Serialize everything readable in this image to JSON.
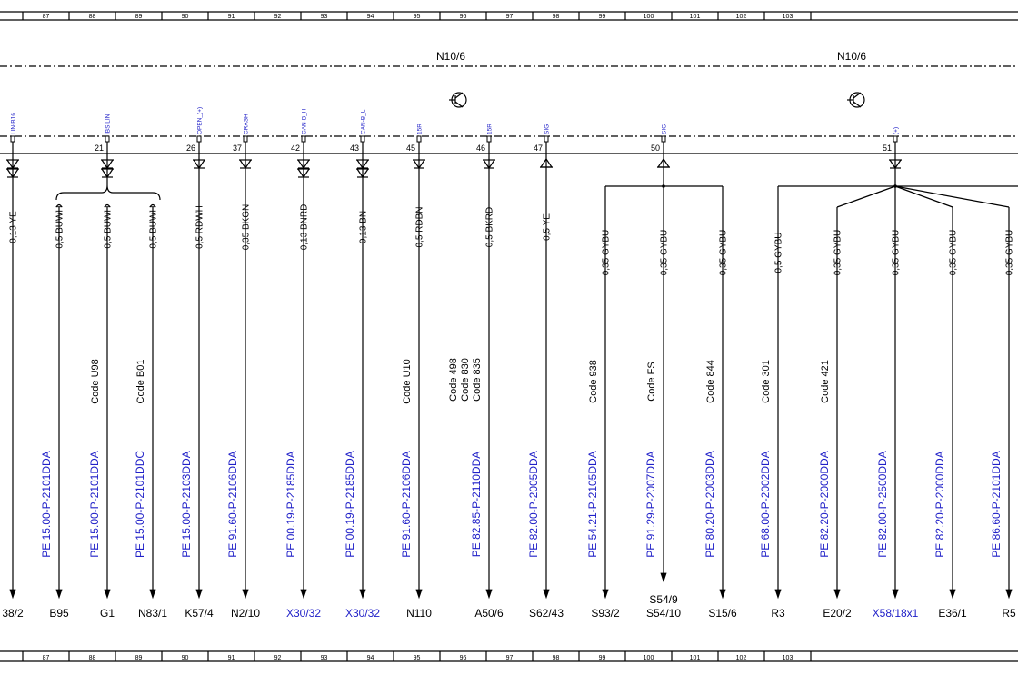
{
  "grid": [
    "87",
    "88",
    "89",
    "90",
    "91",
    "92",
    "93",
    "94",
    "95",
    "96",
    "97",
    "98",
    "99",
    "100",
    "101",
    "102",
    "103"
  ],
  "connectors": [
    "N10/6",
    "N10/6"
  ],
  "pins": [
    {
      "num": "",
      "sig": "LIN-B16"
    },
    {
      "num": "21",
      "sig": "IBS LIN"
    },
    {
      "num": "26",
      "sig": "OPEN_(+)"
    },
    {
      "num": "37",
      "sig": "CRASH"
    },
    {
      "num": "42",
      "sig": "CAN-B_H"
    },
    {
      "num": "43",
      "sig": "CAN-B_L"
    },
    {
      "num": "45",
      "sig": "15R"
    },
    {
      "num": "46",
      "sig": "15R"
    },
    {
      "num": "47",
      "sig": "SIG"
    },
    {
      "num": "50",
      "sig": "SIG"
    },
    {
      "num": "51",
      "sig": "(+)"
    }
  ],
  "wires": [
    {
      "label": "0,13 YE",
      "code": "",
      "ref": "",
      "dest": "38/2"
    },
    {
      "label": "0,5 BUWH",
      "code": "",
      "ref": "PE 15.00-P-2101DDA",
      "dest": "B95"
    },
    {
      "label": "0,5 BUWH",
      "code": "Code U98",
      "ref": "PE 15.00-P-2101DDA",
      "dest": "G1"
    },
    {
      "label": "0,5 BUWH",
      "code": "Code B01",
      "ref": "PE 15.00-P-2101DDC",
      "dest": "N83/1"
    },
    {
      "label": "0,5 RDWH",
      "code": "",
      "ref": "PE 15.00-P-2103DDA",
      "dest": "K57/4"
    },
    {
      "label": "0,35 BKGN",
      "code": "",
      "ref": "PE 91.60-P-2106DDA",
      "dest": "N2/10"
    },
    {
      "label": "0,13 BNRD",
      "code": "",
      "ref": "PE 00.19-P-2185DDA",
      "dest": "X30/32"
    },
    {
      "label": "0,13 BN",
      "code": "",
      "ref": "PE 00.19-P-2185DDA",
      "dest": "X30/32"
    },
    {
      "label": "0,5 RDBN",
      "code": "Code U10",
      "ref": "PE 91.60-P-2106DDA",
      "dest": "N110"
    },
    {
      "label": "0,5 BKRD",
      "code": [
        "Code 498",
        "Code 830",
        "Code 835"
      ],
      "ref": "PE 82.85-P-2110DDA",
      "dest": "A50/6"
    },
    {
      "label": "0,5 YE",
      "code": "",
      "ref": "PE 82.00-P-2005DDA",
      "dest": "S62/43"
    },
    {
      "label": "0,35 GYBU",
      "code": "Code 938",
      "ref": "PE 54.21-P-2105DDA",
      "dest": "S93/2"
    },
    {
      "label": "0,35 GYBU",
      "code": "Code FS",
      "ref": "PE 91.29-P-2007DDA",
      "dest": "S54/10",
      "dest2": "S54/9"
    },
    {
      "label": "0,35 GYBU",
      "code": "Code 844",
      "ref": "PE 80.20-P-2003DDA",
      "dest": "S15/6"
    },
    {
      "label": "0,5 GYBU",
      "code": "Code 301",
      "ref": "PE 68.00-P-2002DDA",
      "dest": "R3"
    },
    {
      "label": "0,35 GYBU",
      "code": "Code 421",
      "ref": "PE 82.20-P-2000DDA",
      "dest": "E20/2"
    },
    {
      "label": "0,35 GYBU",
      "code": "",
      "ref": "PE 82.00-P-2500DDA",
      "dest": "X58/18x1"
    },
    {
      "label": "0,35 GYBU",
      "code": "",
      "ref": "PE 82.20-P-2000DDA",
      "dest": "E36/1"
    },
    {
      "label": "0,35 GYBU",
      "code": "",
      "ref": "PE 86.60-P-2101DDA",
      "dest": "R5"
    }
  ],
  "colors": {
    "blue_text": "#2020c8",
    "line": "#000000"
  }
}
